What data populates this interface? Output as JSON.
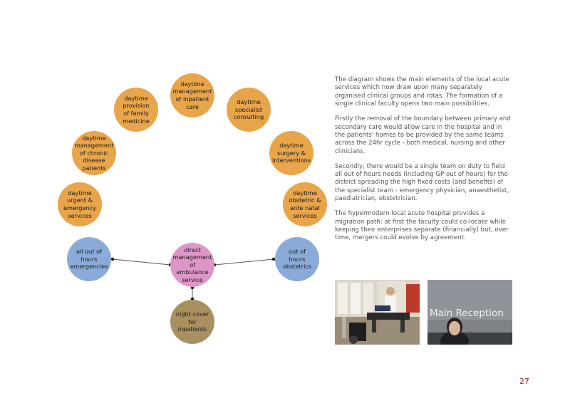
{
  "diagram": {
    "nodes": [
      {
        "id": "inpatient",
        "label": "daytime\nmanagement\nof inpatient\ncare",
        "color": "#e8a54a"
      },
      {
        "id": "family",
        "label": "daytime\nprovision\nof family\nmedicine",
        "color": "#e8a54a"
      },
      {
        "id": "specialist",
        "label": "daytime\nspecialist\nconsulting",
        "color": "#e8a54a"
      },
      {
        "id": "chronic",
        "label": "daytime\nmanagement\nof chronic\ndisease\npatients",
        "color": "#e8a54a"
      },
      {
        "id": "surgery",
        "label": "daytime\nsurgery &\ninterventions",
        "color": "#e8a54a"
      },
      {
        "id": "urgent",
        "label": "daytime\nurgent &\nemergency\nservices",
        "color": "#e8a54a"
      },
      {
        "id": "obstetric",
        "label": "daytime\nobstetric &\nante natal\nservices",
        "color": "#e8a54a"
      },
      {
        "id": "emergencies",
        "label": "all out of\nhours\nemergencies",
        "color": "#8aaad8"
      },
      {
        "id": "obstetrics_ooh",
        "label": "out of\nhours\nobstetrics",
        "color": "#8aaad8"
      },
      {
        "id": "ambulance",
        "label": "direct\nmanagement\nof ambulance\nservice",
        "color": "#dc96c8"
      },
      {
        "id": "night",
        "label": "night cover\nfor inpatients",
        "color": "#a99060"
      }
    ],
    "connections": [
      {
        "from": "emergencies",
        "to": "ambulance"
      },
      {
        "from": "ambulance",
        "to": "obstetrics_ooh"
      },
      {
        "from": "ambulance",
        "to": "night"
      }
    ]
  },
  "text": {
    "para1": "The diagram shows the main elements of the local acute services which now draw upon many separately organised clinical groups and rotas.  The formation of a single clinical faculty opens two main possibilities.",
    "para2": "Firstly the removal of the boundary between primary and secondary care would allow care in the hospital and in the patients' homes to be provided by the same teams across the 24hr cycle - both medical, nursing and other clinicians.",
    "para3": "Secondly, there would be a single team on duty to field all out of hours needs (including GP out of hours) for the district spreading the high fixed costs (and benefits) of the specialist team - emergency physician, anaesthetist, paediatrician, obstetrician.",
    "para4": "The hypermodern local acute hospital provides a migration path: at first the faculty could co-locate while keeping their enterprises separate (financially) but, over time, mergers could evolve by agreement."
  },
  "photos": {
    "reception_sign": "Main Reception"
  },
  "page_number": "27"
}
